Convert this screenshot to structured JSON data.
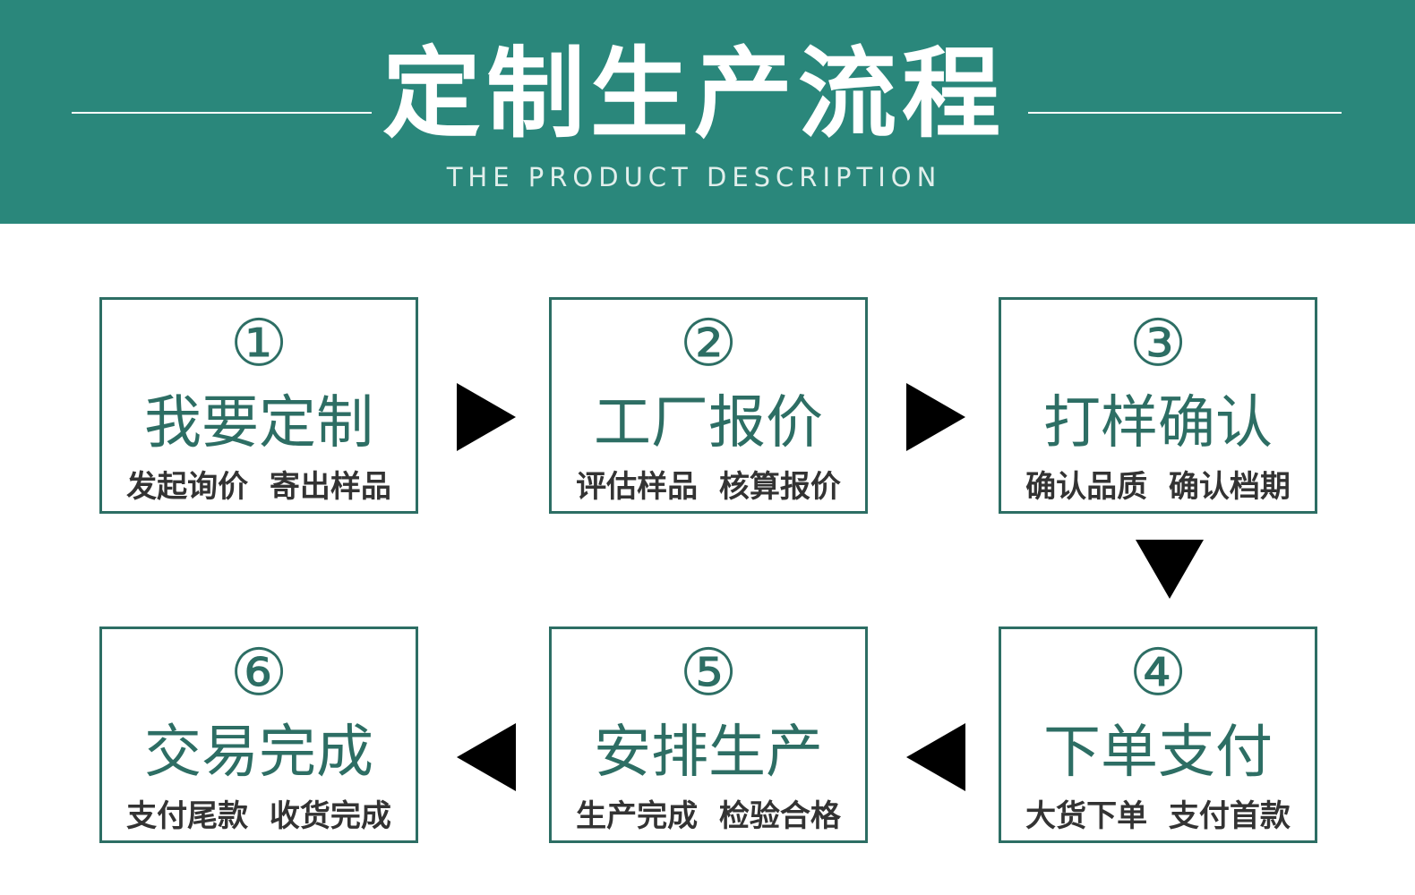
{
  "header": {
    "title": "定制生产流程",
    "subtitle": "THE PRODUCT DESCRIPTION"
  },
  "steps": [
    {
      "number": "①",
      "title": "我要定制",
      "sub": "发起询价  寄出样品"
    },
    {
      "number": "②",
      "title": "工厂报价",
      "sub": "评估样品  核算报价"
    },
    {
      "number": "③",
      "title": "打样确认",
      "sub": "确认品质  确认档期"
    },
    {
      "number": "④",
      "title": "下单支付",
      "sub": "大货下单  支付首款"
    },
    {
      "number": "⑤",
      "title": "安排生产",
      "sub": "生产完成  检验合格"
    },
    {
      "number": "⑥",
      "title": "交易完成",
      "sub": "支付尾款  收货完成"
    }
  ],
  "colors": {
    "header_bg": "#2a877b",
    "box_border": "#2d6e64",
    "arrow": "#000000"
  }
}
